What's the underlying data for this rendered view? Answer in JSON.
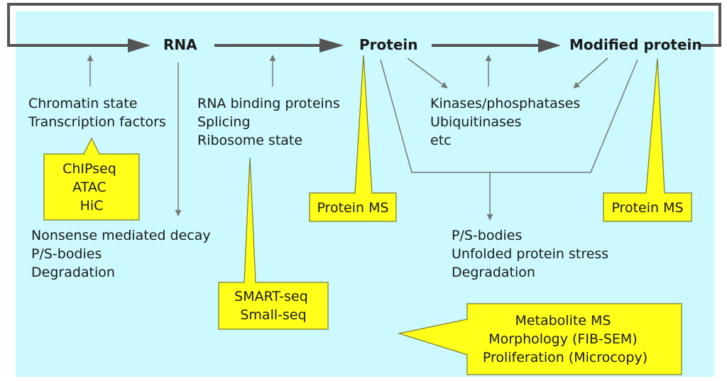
{
  "colors": {
    "background": "#ccf9fd",
    "callout_fill": "#ffff1a",
    "callout_stroke": "#7a7a2a",
    "main_arrow": "#555555",
    "thin_arrow": "#777777"
  },
  "nodes": {
    "rna": "RNA",
    "protein": "Protein",
    "modified_protein": "Modified protein"
  },
  "regulators": {
    "chromatin": [
      "Chromatin state",
      "Transcription factors"
    ],
    "rna_binding": [
      "RNA binding proteins",
      "Splicing",
      "Ribosome state"
    ],
    "kinases": [
      "Kinases/phosphatases",
      "Ubiquitinases",
      "etc"
    ]
  },
  "fates": {
    "rna_decay": [
      "Nonsense mediated decay",
      "P/S-bodies",
      "Degradation"
    ],
    "protein_decay": [
      "P/S-bodies",
      "Unfolded protein stress",
      "Degradation"
    ]
  },
  "callouts": {
    "epigenomics": [
      "ChIPseq",
      "ATAC",
      "HiC"
    ],
    "transcriptomics": [
      "SMART-seq",
      "Small-seq"
    ],
    "protein_ms_1": [
      "Protein MS"
    ],
    "protein_ms_2": [
      "Protein MS"
    ],
    "phenotype": [
      "Metabolite MS",
      "Morphology (FIB-SEM)",
      "Proliferation (Microcopy)"
    ]
  }
}
